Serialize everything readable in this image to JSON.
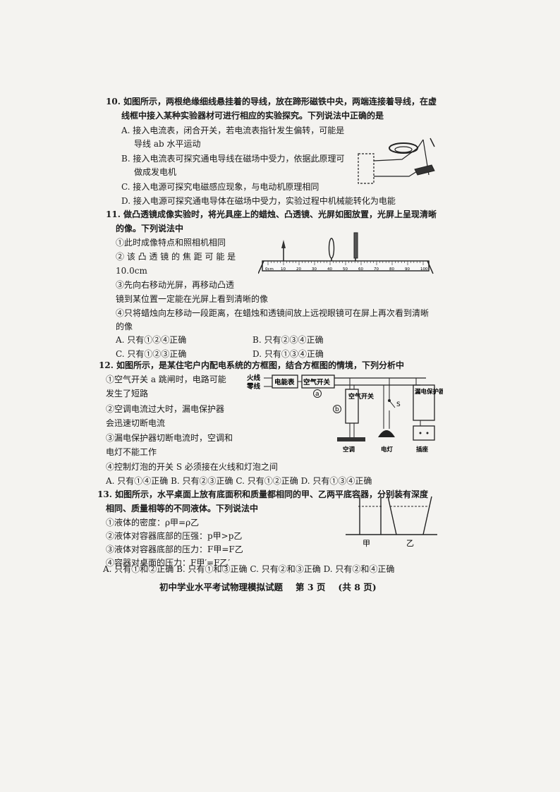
{
  "q10": {
    "stem1": "10. 如图所示，两根绝缘细线悬挂着的导线，放在蹄形磁铁中央，两端连接着导线，在虚",
    "stem2": "线框中接入某种实验器材可进行相应的实验探究。下列说法中正确的是",
    "A1": "A. 接入电流表，闭合开关，若电流表指针发生偏转，可能是",
    "A2": "导线 ab 水平运动",
    "B1": "B. 接入电流表可探究通电导线在磁场中受力，依据此原理可",
    "B2": "做成发电机",
    "C": "C. 接入电源可探究电磁感应现象，与电动机原理相同",
    "D": "D. 接入电源可探究通电导体在磁场中受力，实验过程中机械能转化为电能"
  },
  "q11": {
    "stem1": "11. 做凸透镜成像实验时，将光具座上的蜡烛、凸透镜、光屏如图放置，光屏上呈现清晰",
    "stem2": "的像。下列说法中",
    "s1": "①此时成像特点和照相机相同",
    "s2a": "② 该 凸 透 镜 的 焦 距 可 能 是",
    "s2b": "10.0cm",
    "s3a": "③先向右移动光屏，再移动凸透",
    "s3b": "镜到某位置一定能在光屏上看到清晰的像",
    "s4a": "④只将蜡烛向左移动一段距离，在蜡烛和透镜间放上远视眼镜可在屏上再次看到清晰",
    "s4b": "的像",
    "A": "A. 只有①②④正确",
    "B": "B. 只有②③④正确",
    "C": "C. 只有①②③正确",
    "D": "D. 只有①③④正确",
    "ruler": [
      "0cm",
      "10",
      "20",
      "30",
      "40",
      "50",
      "60",
      "70",
      "80",
      "90",
      "100"
    ]
  },
  "q12": {
    "stem": "12. 如图所示，是某住宅户内配电系统的方框图，结合方框图的情境，下列分析中",
    "s1a": "①空气开关 a 跳闸时，电路可能",
    "s1b": "发生了短路",
    "s2a": "②空调电流过大时，漏电保护器",
    "s2b": "会迅速切断电流",
    "s3a": "③漏电保护器切断电流时，空调和",
    "s3b": "电灯不能工作",
    "s4": "④控制灯泡的开关 S 必须接在火线和灯泡之间",
    "options": "A. 只有①④正确   B. 只有②③正确   C. 只有①②正确   D. 只有①③④正确",
    "live": "火线",
    "neutral": "零线",
    "meter": "电能表",
    "breaker": "空气开关",
    "label_a": "a",
    "label_b": "b",
    "sub_breaker": "空气开关",
    "switch_s": "S",
    "rcd": "漏电保护器",
    "aircon": "空调",
    "lamp": "电灯",
    "socket": "插座"
  },
  "q13": {
    "stem1": "13. 如图所示，水平桌面上放有底面积和质量都相同的甲、乙两平底容器，分别装有深度",
    "stem2": "相同、质量相等的不同液体。下列说法中",
    "s1": "①液体的密度：ρ甲=ρ乙",
    "s2": "②液体对容器底部的压强：p甲>p乙",
    "s3": "③液体对容器底部的压力：F甲=F乙",
    "s4": "④容器对桌面的压力：F甲′=F乙′",
    "options": "A. 只有①和②正确   B. 只有①和③正确   C. 只有②和③正确   D. 只有②和④正确",
    "jia": "甲",
    "yi": "乙"
  },
  "footer": {
    "title": "初中学业水平考试物理模拟试题",
    "page": "第 3 页",
    "total": "(共 8 页)"
  }
}
